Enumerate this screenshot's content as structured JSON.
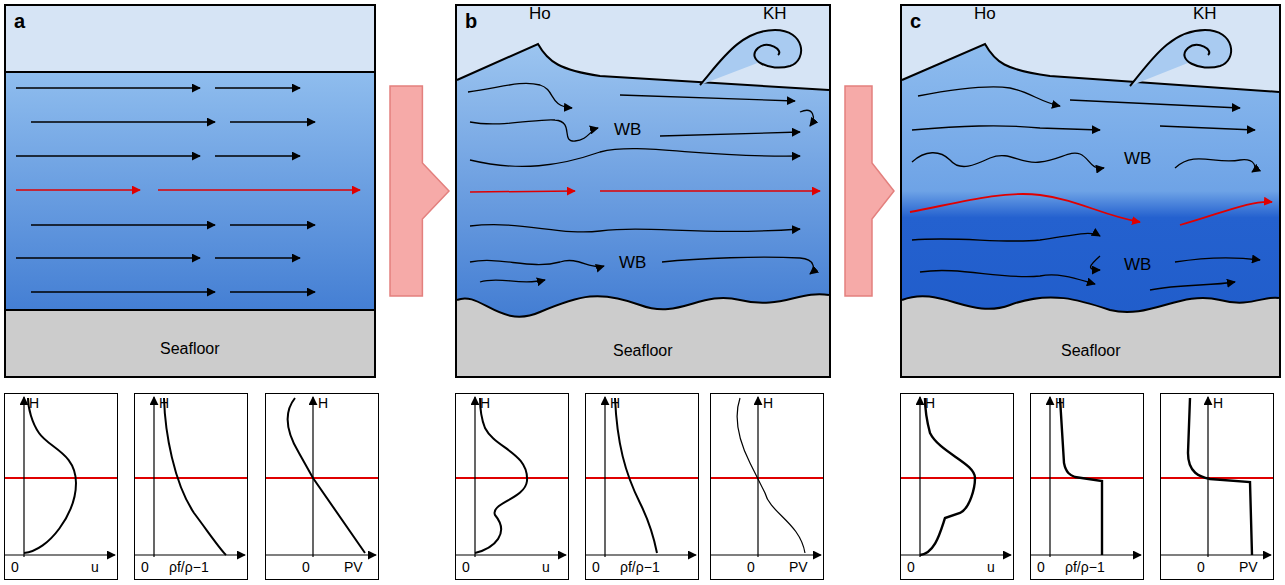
{
  "diagram": {
    "nodes": [
      {
        "text": [
          "a"
        ]
      },
      {
        "text": [
          "Seafloor"
        ],
        "in": 0
      },
      {
        "text": [
          "b"
        ]
      },
      {
        "text": [
          "Seafloor"
        ],
        "in": 2
      },
      {
        "text": [
          "c"
        ]
      },
      {
        "text": [
          "Seafloor"
        ],
        "in": 4
      },
      {
        "text": [
          "H",
          "0",
          "u"
        ]
      },
      {
        "text": [
          "H",
          "0",
          "ρf/ρ−1"
        ]
      },
      {
        "text": [
          "H",
          "0",
          "PV"
        ]
      },
      {
        "text": [
          "H",
          "0",
          "u"
        ]
      },
      {
        "text": [
          "H",
          "0",
          "ρf/ρ−1"
        ]
      },
      {
        "text": [
          "H",
          "0",
          "PV"
        ]
      },
      {
        "text": [
          "H",
          "0",
          "u"
        ]
      },
      {
        "text": [
          "H",
          "0",
          "ρf/ρ−1"
        ]
      },
      {
        "text": [
          "H",
          "0",
          "PV"
        ]
      }
    ],
    "edges": [
      {
        "from": 0,
        "to": 2,
        "arrow": "to"
      },
      {
        "from": 2,
        "to": 4,
        "arrow": "to"
      }
    ],
    "labels": [
      "Ho",
      "KH",
      "WB",
      "WB",
      "Ho",
      "KH",
      "WB",
      "WB"
    ]
  }
}
